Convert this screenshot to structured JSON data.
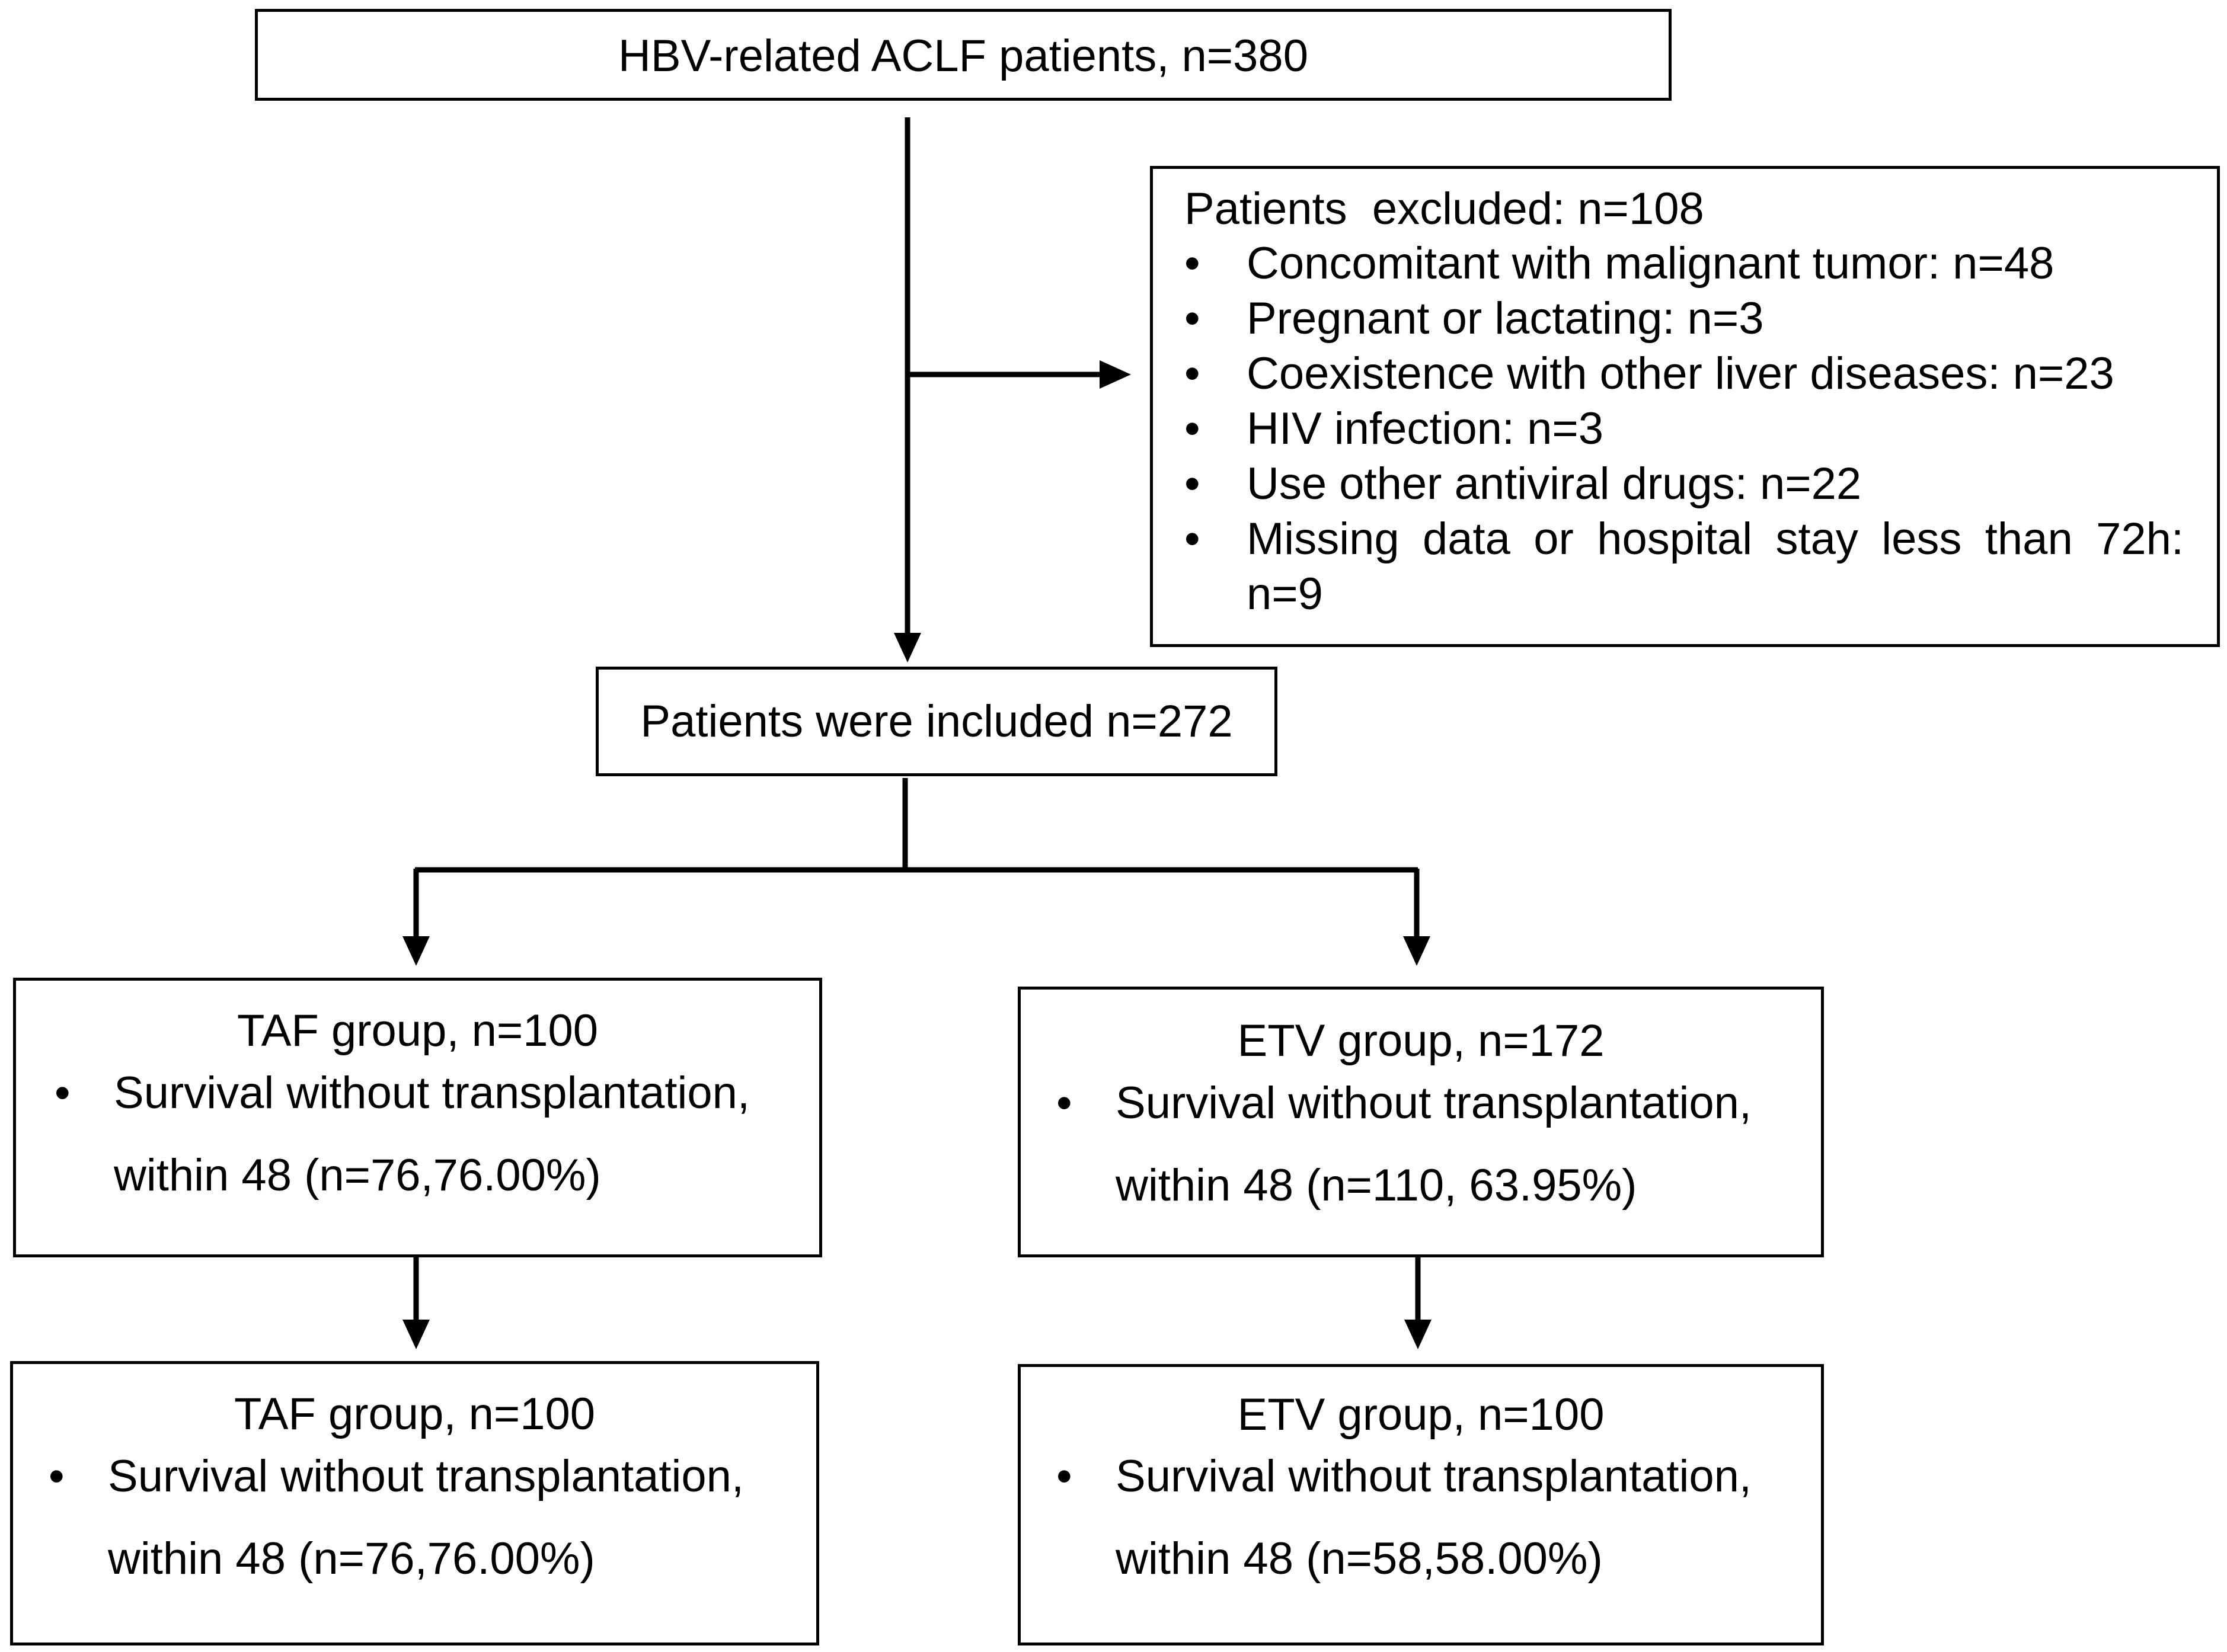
{
  "top_box": {
    "text": "HBV-related ACLF patients, n=380"
  },
  "excluded_box": {
    "title": "Patients  excluded: n=108",
    "items": [
      "Concomitant with malignant tumor: n=48",
      "Pregnant or lactating: n=3",
      "Coexistence with other liver diseases: n=23",
      "HIV infection: n=3",
      "Use other antiviral drugs: n=22",
      "Missing data or hospital stay less than 72h: n=9"
    ]
  },
  "included_box": {
    "text": "Patients were included n=272"
  },
  "groups": [
    {
      "title": "TAF group, n=100",
      "line1": "Survival without transplantation,",
      "line2": "within 48 (n=76,76.00%)"
    },
    {
      "title": "ETV group, n=172",
      "line1": "Survival without transplantation,",
      "line2": "within 48 (n=110, 63.95%)"
    },
    {
      "title": "TAF group, n=100",
      "line1": "Survival without transplantation,",
      "line2": "within 48 (n=76,76.00%)"
    },
    {
      "title": "ETV group, n=100",
      "line1": "Survival without transplantation,",
      "line2": "within 48 (n=58,58.00%)"
    }
  ],
  "bullet_char": "•"
}
